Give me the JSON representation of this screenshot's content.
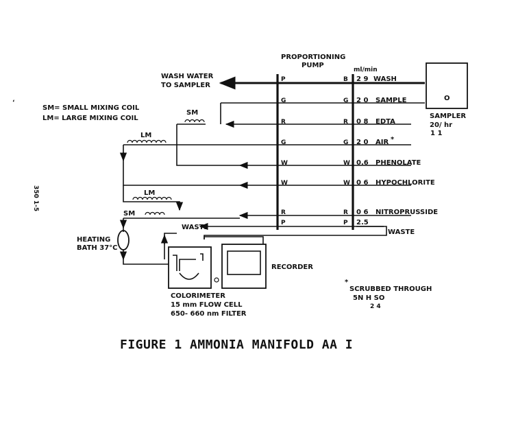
{
  "figure": {
    "caption": "FIGURE 1 AMMONIA MANIFOLD AA I",
    "margin_note": "350 1-5"
  },
  "pump": {
    "title_line1": "PROPORTIONING",
    "title_line2": "PUMP",
    "units": "ml/min"
  },
  "legend": {
    "sm": "SM= SMALL MIXING COIL",
    "lm": "LM= LARGE MIXING COIL"
  },
  "lines": [
    {
      "left_code": "P",
      "right_code": "B",
      "rate": "2 9",
      "name": "WASH"
    },
    {
      "left_code": "G",
      "right_code": "G",
      "rate": "2 0",
      "name": "SAMPLE"
    },
    {
      "left_code": "R",
      "right_code": "R",
      "rate": "0 8",
      "name": "EDTA"
    },
    {
      "left_code": "G",
      "right_code": "G",
      "rate": "2 0",
      "name": "AIR"
    },
    {
      "left_code": "W",
      "right_code": "W",
      "rate": "0.6",
      "name": "PHENOLATE"
    },
    {
      "left_code": "W",
      "right_code": "W",
      "rate": "0 6",
      "name": "HYPOCHLORITE"
    },
    {
      "left_code": "R",
      "right_code": "R",
      "rate": "0 6",
      "name": "NITROPRUSSIDE"
    },
    {
      "left_code": "P",
      "right_code": "P",
      "rate": "2.5",
      "name": "WASTE"
    }
  ],
  "air_mark": "*",
  "wash_water": {
    "line1": "WASH WATER",
    "line2": "TO SAMPLER"
  },
  "sampler": {
    "dial": "O",
    "label": "SAMPLER",
    "rate": "20/ hr",
    "ratio": "1 1"
  },
  "coils": {
    "sm_top": "SM",
    "lm_top": "LM",
    "lm_mid": "LM",
    "sm_bottom": "SM"
  },
  "heating_bath": {
    "line1": "HEATING",
    "line2": "BATH 37°C"
  },
  "waste_left": "WASTE",
  "recorder": "RECORDER",
  "colorimeter": {
    "line1": "COLORIMETER",
    "line2": "15 mm FLOW  CELL",
    "line3": "650- 660 nm  FILTER"
  },
  "footnote": {
    "line1": "SCRUBBED  THROUGH",
    "line2": "5N  H SO",
    "sub": "2   4"
  }
}
